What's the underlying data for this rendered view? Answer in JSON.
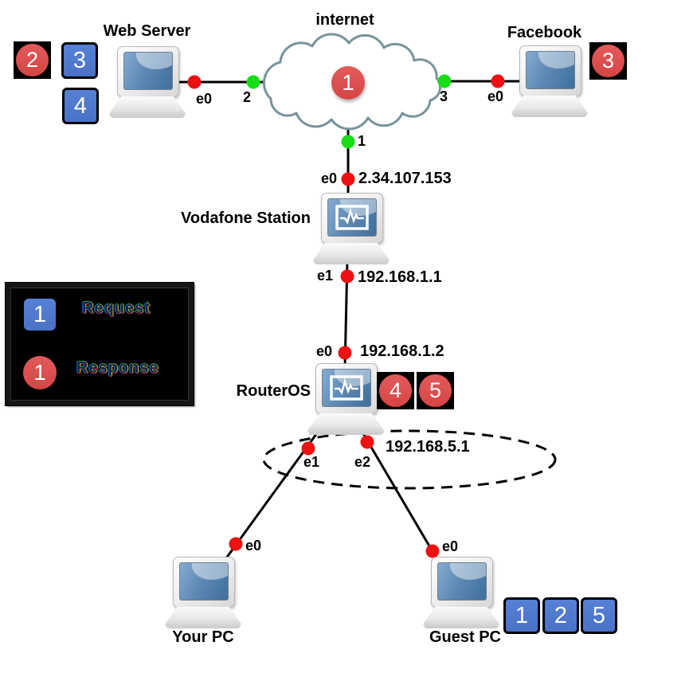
{
  "nodes": {
    "internet": "internet",
    "web_server": "Web Server",
    "facebook": "Facebook",
    "vodafone": "Vodafone Station",
    "routeros": "RouterOS",
    "your_pc": "Your PC",
    "guest_pc": "Guest PC"
  },
  "ports": {
    "web_server_e0": "e0",
    "internet_to_web": "2",
    "internet_to_facebook": "3",
    "internet_to_vodafone": "1",
    "facebook_e0": "e0",
    "vodafone_e0": "e0",
    "vodafone_e1": "e1",
    "routeros_e0": "e0",
    "routeros_e1": "e1",
    "routeros_e2": "e2",
    "your_pc_e0": "e0",
    "guest_pc_e0": "e0"
  },
  "addresses": {
    "vodafone_wan": "2.34.107.153",
    "vodafone_lan": "192.168.1.1",
    "routeros_wan": "192.168.1.2",
    "lan_subnet": "192.168.5.1"
  },
  "badges": {
    "internet": [
      {
        "type": "response",
        "value": "1"
      }
    ],
    "web_server": [
      {
        "type": "response",
        "value": "2"
      },
      {
        "type": "request",
        "value": "3"
      },
      {
        "type": "request",
        "value": "4"
      }
    ],
    "facebook": [
      {
        "type": "response",
        "value": "3"
      }
    ],
    "routeros": [
      {
        "type": "response",
        "value": "4"
      },
      {
        "type": "response",
        "value": "5"
      }
    ],
    "guest_pc": [
      {
        "type": "request",
        "value": "1"
      },
      {
        "type": "request",
        "value": "2"
      },
      {
        "type": "request",
        "value": "5"
      }
    ]
  },
  "legend": {
    "request_badge": "1",
    "request_label": "Request",
    "response_badge": "1",
    "response_label": "Response"
  },
  "colors": {
    "request_blue": "#4d79cf",
    "response_red": "#d94f4f",
    "link_dot_red": "#ee1111",
    "link_dot_green": "#17dd17",
    "cloud_stroke": "#76939b",
    "line_black": "#000000"
  }
}
